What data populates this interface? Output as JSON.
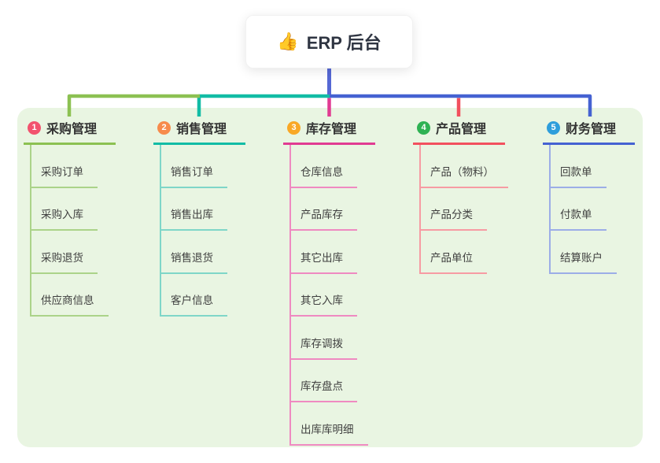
{
  "root": {
    "icon": "👍",
    "title": "ERP 后台"
  },
  "panel": {
    "bg": "#e9f5e2"
  },
  "connectors": {
    "root_stem": "#5568d4",
    "bus_left": "#8cc152",
    "bus_mid": "#12bca5",
    "bus_right": "#4562d2",
    "drop_center": "#e13b92",
    "drop_product": "#f2505e"
  },
  "branches": [
    {
      "number": "1",
      "label": "采购管理",
      "badge_color": "#f2536e",
      "line_color": "#8cc152",
      "leaf_line_color": "#abd389",
      "children": [
        "采购订单",
        "采购入库",
        "采购退货",
        "供应商信息"
      ]
    },
    {
      "number": "2",
      "label": "销售管理",
      "badge_color": "#f78b4b",
      "line_color": "#12bca5",
      "leaf_line_color": "#7fd6c8",
      "children": [
        "销售订单",
        "销售出库",
        "销售退货",
        "客户信息"
      ]
    },
    {
      "number": "3",
      "label": "库存管理",
      "badge_color": "#f9a826",
      "line_color": "#e13b92",
      "leaf_line_color": "#ef8ac1",
      "children": [
        "仓库信息",
        "产品库存",
        "其它出库",
        "其它入库",
        "库存调拨",
        "库存盘点",
        "出库库明细"
      ]
    },
    {
      "number": "4",
      "label": "产品管理",
      "badge_color": "#2fb253",
      "line_color": "#f2505e",
      "leaf_line_color": "#f79ba3",
      "children": [
        "产品（物料）",
        "产品分类",
        "产品单位"
      ]
    },
    {
      "number": "5",
      "label": "财务管理",
      "badge_color": "#2e9edb",
      "line_color": "#4562d2",
      "leaf_line_color": "#9cade7",
      "children": [
        "回款单",
        "付款单",
        "结算账户"
      ]
    }
  ]
}
